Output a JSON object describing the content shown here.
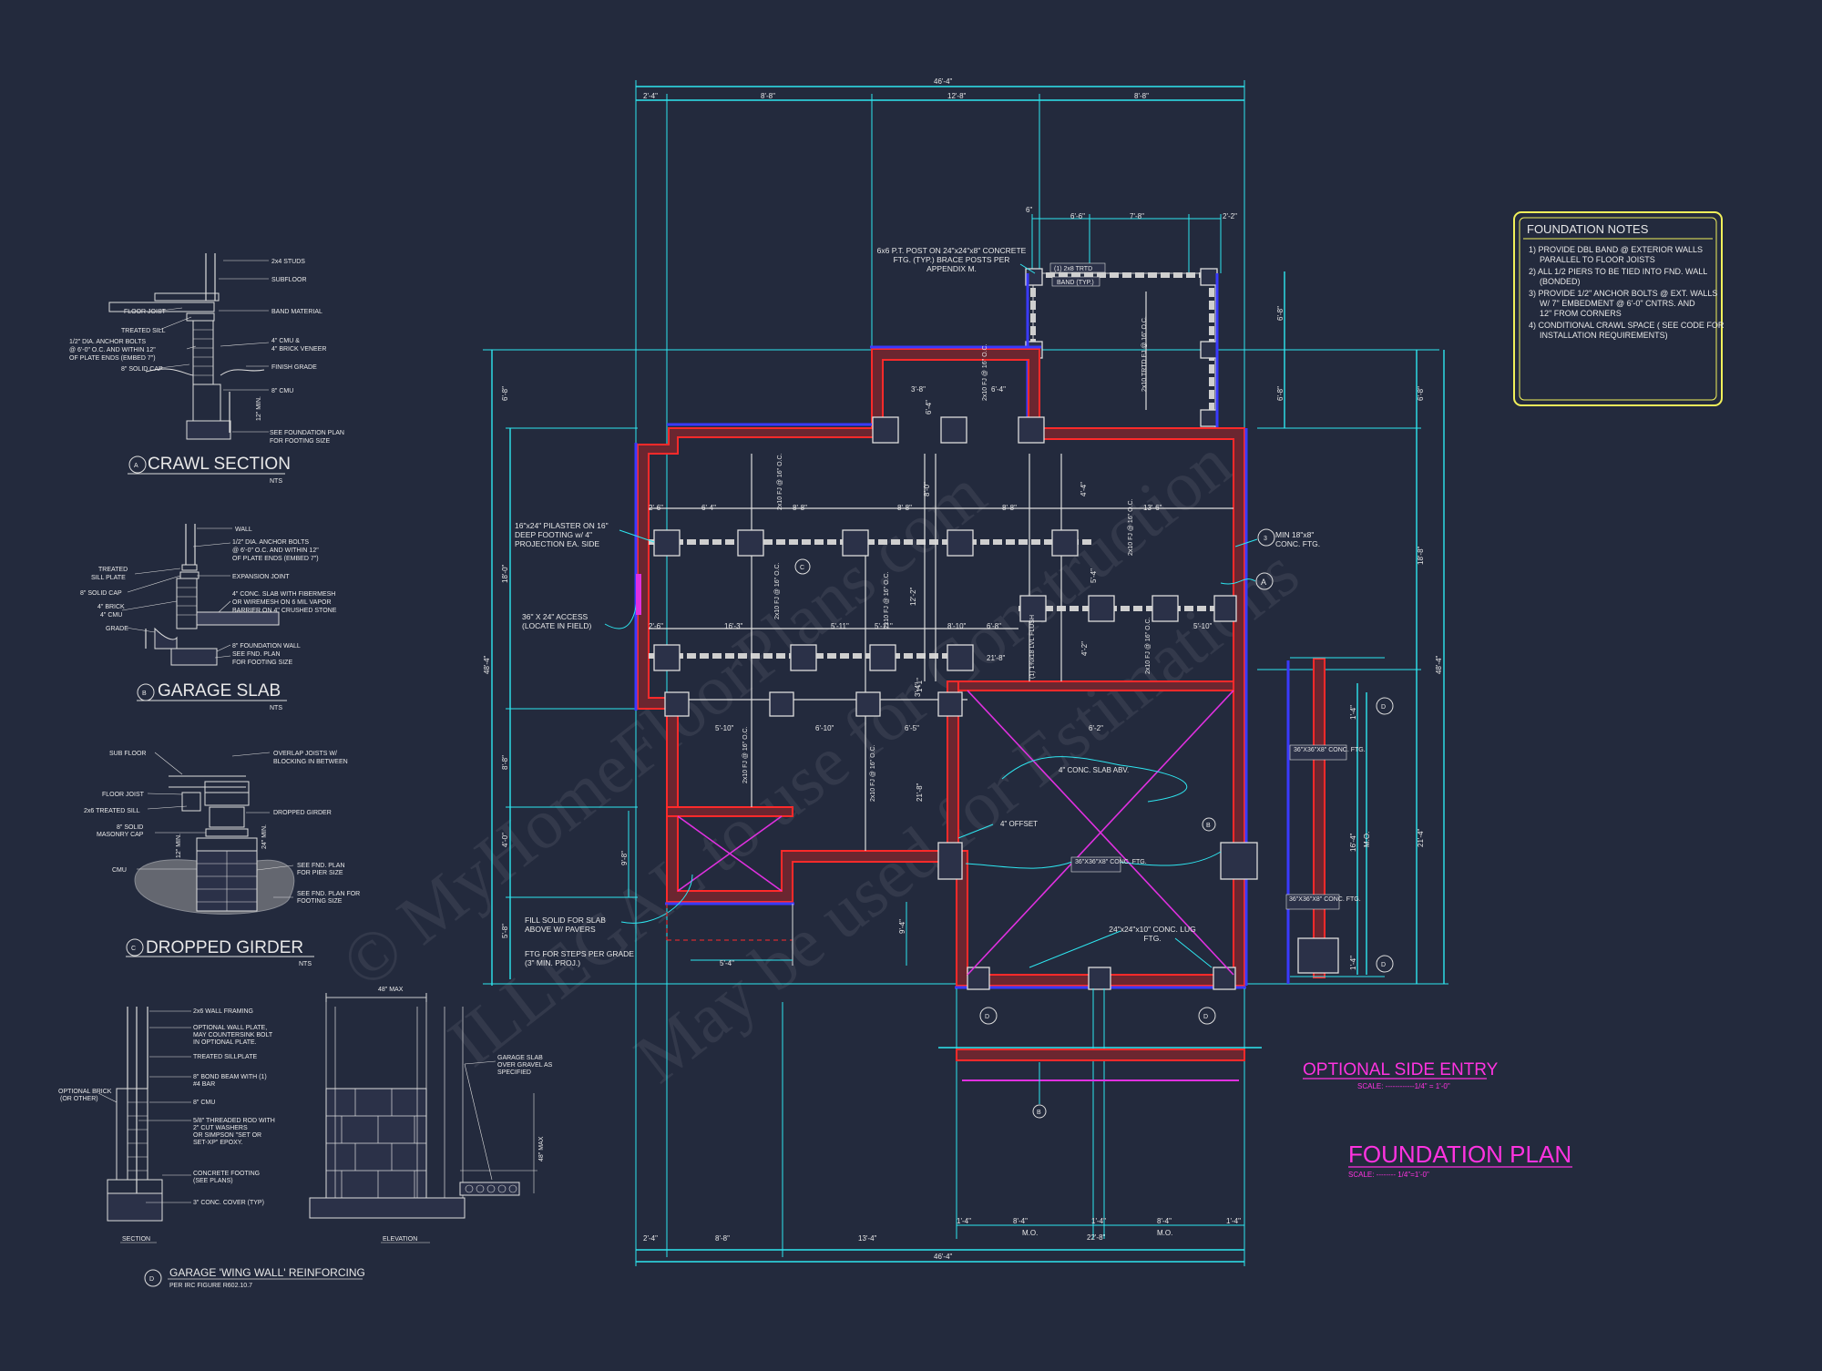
{
  "watermark": {
    "line1": "© MyHomeFloorPlans.com",
    "line2": "ILLEGAL to use for Construction",
    "line3": "May be used for Estimations"
  },
  "plan": {
    "title": "FOUNDATION PLAN",
    "scale": "SCALE: -------- 1/4\"=1'-0\"",
    "optional_title": "OPTIONAL SIDE ENTRY",
    "optional_scale": "SCALE: ------------1/4\" = 1'-0\"",
    "dims": {
      "top_overall": "46'-4\"",
      "top_segments": [
        "2'-4\"",
        "8'-8\"",
        "12'-8\"",
        "8'-8\""
      ],
      "bottom_overall": "46'-4\"",
      "bottom_segments": [
        "2'-4\"",
        "8'-8\"",
        "13'-4\""
      ],
      "left_overall": "48'-4\"",
      "left_segments": [
        "6'-8\"",
        "18'-0\"",
        "8'-8\"",
        "4'-0\"",
        "5'-8\""
      ],
      "right_overall": "48'-4\"",
      "right_segments": [
        "6'-8\"",
        "18'-8\"",
        "21'-4\""
      ],
      "porch": [
        "6\"",
        "6'-6\"",
        "7'-8\"",
        "2'-2\"",
        "6'-8\"",
        "6'-8\""
      ],
      "garage_bottom": [
        "1'-4\"",
        "8'-4\"",
        "M.O.",
        "1'-4\"",
        "22'-8\"",
        "8'-4\"",
        "M.O.",
        "1'-4\""
      ],
      "side_entry": [
        "1'-4\"",
        "16'-4\"",
        "M.O.",
        "1'-4\""
      ],
      "interior": [
        "2'-6\"",
        "6'-4\"",
        "8'-8\"",
        "8'-8\"",
        "8'-8\"",
        "13'-6\"",
        "2'-6\"",
        "16'-3\"",
        "5'-11\"",
        "5'-11\"",
        "6'-8\"",
        "5'-10\"",
        "5'-10\"",
        "6'-10\"",
        "6'-5\"",
        "1'-1\"",
        "3'-8\"",
        "6'-4\"",
        "6'-4\"",
        "6'-2\"",
        "21'-8\"",
        "12'-2\"",
        "5'-4\"",
        "4'-2\"",
        "4'-4\"",
        "8'-10\"",
        "8'-0\"",
        "3'-4\""
      ],
      "joists": [
        "2x10 FJ @ 16\" O.C.",
        "2x10 FJ @ 16\" O.C.",
        "2x10 FJ @ 16\" O.C.",
        "2x10 FJ @ 16\" O.C.",
        "2x10 FJ @ 16\" O.C.",
        "2x10 FJ @ 16\" O.C.",
        "2x10 FJ @ 16\" O.C.",
        "2x10 FJ @ 16\" O.C.",
        "2x10 TRTD FJ @ 16\" O.C.",
        "(1) 1¾x18 LVL FLUSH"
      ]
    },
    "callouts": {
      "post": "6x6 P.T. POST ON 24\"x24\"x8\" CONCRETE FTG. (TYP.) BRACE POSTS PER APPENDIX M.",
      "beam_top": "(1) 2x8 TRTD",
      "beam_top2": "BAND (TYP.)",
      "pilaster": "16\"x24\" PILASTER ON 16\" DEEP FOOTING w/ 4\" PROJECTION EA. SIDE",
      "access": "36\" X 24\" ACCESS (LOCATE IN FIELD)",
      "min_ftg": "MIN 18\"x8\" CONC. FTG.",
      "slab": "4\" CONC. SLAB ABV.",
      "offset": "4\" OFFSET",
      "conc_ftg": "36\"X36\"X8\" CONC. FTG.",
      "lug": "24\"x24\"x10\" CONC. LUG FTG.",
      "fill": "FILL SOLID FOR SLAB ABOVE W/ PAVERS",
      "steps": "FTG FOR STEPS PER GRADE (3\" MIN. PROJ.)",
      "side_ftg1": "36\"X36\"X8\" CONC. FTG.",
      "side_ftg2": "36\"X36\"X8\" CONC. FTG.",
      "dim_right_small": "9'-4\"",
      "dim_bottom_small": "5'-4\"",
      "dim_left_small": "9'-8\"",
      "tags": [
        "A",
        "C",
        "D",
        "D",
        "D",
        "D",
        "B",
        "B",
        "3"
      ]
    }
  },
  "notes": {
    "title": "FOUNDATION NOTES",
    "items": [
      "1) PROVIDE DBL BAND @ EXTERIOR WALLS",
      "PARALLEL TO FLOOR JOISTS",
      "2) ALL 1/2 PIERS TO BE TIED INTO FND. WALL",
      "(BONDED)",
      "3) PROVIDE 1/2\" ANCHOR BOLTS @ EXT. WALLS",
      "W/ 7\" EMBEDMENT @ 6'-0\" CNTRS. AND",
      "12\" FROM CORNERS",
      "4) CONDITIONAL CRAWL SPACE ( SEE CODE FOR",
      "INSTALLATION REQUIREMENTS)"
    ]
  },
  "details": {
    "a": {
      "tag": "A",
      "title": "CRAWL SECTION",
      "nts": "NTS",
      "labels": [
        "2x4 STUDS",
        "SUBFLOOR",
        "FLOOR JOIST",
        "BAND MATERIAL",
        "TREATED SILL",
        "1/2\" DIA. ANCHOR BOLTS",
        "@ 6'-0\" O.C. AND WITHIN 12\"",
        "OF PLATE ENDS (EMBED 7\")",
        "8\" SOLID CAP",
        "4\" CMU &",
        "4\" BRICK VENEER",
        "FINISH GRADE",
        "8\" CMU",
        "12\" MIN.",
        "SEE FOUNDATION PLAN",
        "FOR FOOTING SIZE"
      ]
    },
    "b": {
      "tag": "B",
      "title": "GARAGE SLAB",
      "nts": "NTS",
      "labels": [
        "WALL",
        "1/2\" DIA. ANCHOR BOLTS",
        "@ 6'-0\" O.C. AND WITHIN 12\"",
        "OF PLATE ENDS (EMBED 7\")",
        "TREATED",
        "SILL PLATE",
        "EXPANSION JOINT",
        "8\" SOLID CAP",
        "4\" CONC. SLAB WITH FIBERMESH",
        "OR WIREMESH ON 6 MIL VAPOR",
        "BARRIER ON 4\" CRUSHED STONE",
        "4\" BRICK",
        "4\" CMU",
        "GRADE",
        "8\" FOUNDATION WALL",
        "SEE FND. PLAN",
        "FOR FOOTING SIZE"
      ]
    },
    "c": {
      "tag": "C",
      "title": "DROPPED GIRDER",
      "nts": "NTS",
      "labels": [
        "SUB FLOOR",
        "OVERLAP JOISTS W/",
        "BLOCKING IN BETWEEN",
        "FLOOR JOIST",
        "2x6 TREATED SILL",
        "DROPPED GIRDER",
        "8\" SOLID",
        "MASONRY CAP",
        "CMU",
        "SEE FND. PLAN",
        "FOR PIER SIZE",
        "SEE FND. PLAN FOR",
        "FOOTING SIZE",
        "12\" MIN.",
        "24\" MIN."
      ]
    },
    "d": {
      "tag": "D",
      "title": "GARAGE 'WING WALL' REINFORCING",
      "subtitle": "PER IRC FIGURE R602.10.7",
      "labels": [
        "2x6 WALL FRAMING",
        "OPTIONAL WALL PLATE,",
        "MAY COUNTERSINK BOLT",
        "IN OPTIONAL PLATE.",
        "TREATED SILLPLATE",
        "8\" BOND BEAM WITH (1)",
        "#4 BAR",
        "8\" CMU",
        "5/8\" THREADED ROD WITH",
        "2\" CUT WASHERS",
        "OR SIMPSON \"SET OR",
        "SET-XP\" EPOXY.",
        "CONCRETE FOOTING",
        "(SEE PLANS)",
        "3\" CONC. COVER (TYP)",
        "OPTIONAL BRICK",
        "(OR OTHER)",
        "48\" MAX",
        "48\" MAX",
        "GARAGE SLAB",
        "OVER GRAVEL AS",
        "SPECIFIED",
        "SECTION",
        "ELEVATION"
      ]
    }
  }
}
